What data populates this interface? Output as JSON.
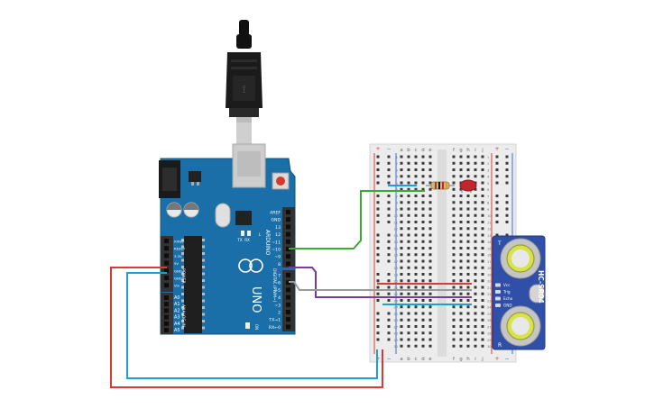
{
  "arduino": {
    "board_name": "UNO",
    "brand": "ARDUINO",
    "power_header_label": "POWER",
    "analog_header_label": "ANALOG IN",
    "digital_header_label": "DIGITAL (PWM~)",
    "power_pins": [
      "IOREF",
      "RESET",
      "3.3V",
      "5V",
      "GND",
      "GND",
      "Vin"
    ],
    "analog_pins": [
      "A0",
      "A1",
      "A2",
      "A3",
      "A4",
      "A5"
    ],
    "digital_pins": [
      "AREF",
      "GND",
      "13",
      "12",
      "~11",
      "~10",
      "~9",
      "8",
      "7",
      "~6",
      "~5",
      "4",
      "~3",
      "2",
      "TX→1",
      "RX←0"
    ],
    "led_labels": [
      "L",
      "TX",
      "RX"
    ],
    "on_label": "ON"
  },
  "breadboard": {
    "left_rail_labels": [
      "+",
      "−"
    ],
    "right_rail_labels": [
      "+",
      "−"
    ],
    "column_labels_left": [
      "a",
      "b",
      "c",
      "d",
      "e"
    ],
    "column_labels_right": [
      "f",
      "g",
      "h",
      "i",
      "j"
    ],
    "row_numbers": [
      "1",
      "2",
      "3",
      "4",
      "5",
      "6",
      "7",
      "8",
      "9",
      "10",
      "11",
      "12",
      "13",
      "14",
      "15",
      "16",
      "17",
      "18",
      "19",
      "20",
      "21",
      "22",
      "23",
      "24",
      "25",
      "26",
      "27",
      "28",
      "29",
      "30"
    ]
  },
  "sensor": {
    "model": "HC-SR04",
    "pin_labels": [
      "Vcc",
      "Trig",
      "Echo",
      "GND"
    ],
    "transducer_marks": [
      "T",
      "R"
    ]
  },
  "colors": {
    "board": "#1a6fa8",
    "board_dark": "#135a88",
    "breadboard": "#ececec",
    "rail_red": "#d63a2f",
    "rail_blue": "#3a6ed6",
    "wire_red": "#d83a35",
    "wire_blue": "#1ea0d6",
    "wire_green": "#3aaa35",
    "wire_purple": "#7a3a9a",
    "wire_gray": "#9a9a9a",
    "led": "#c0262a",
    "sensor_board": "#2f4fa8"
  },
  "icons": [
    "usb-cable-icon",
    "usb-connector-icon",
    "dc-jack-icon",
    "reset-button-icon",
    "resistor-icon",
    "led-icon",
    "ultrasonic-transducer-icon"
  ]
}
